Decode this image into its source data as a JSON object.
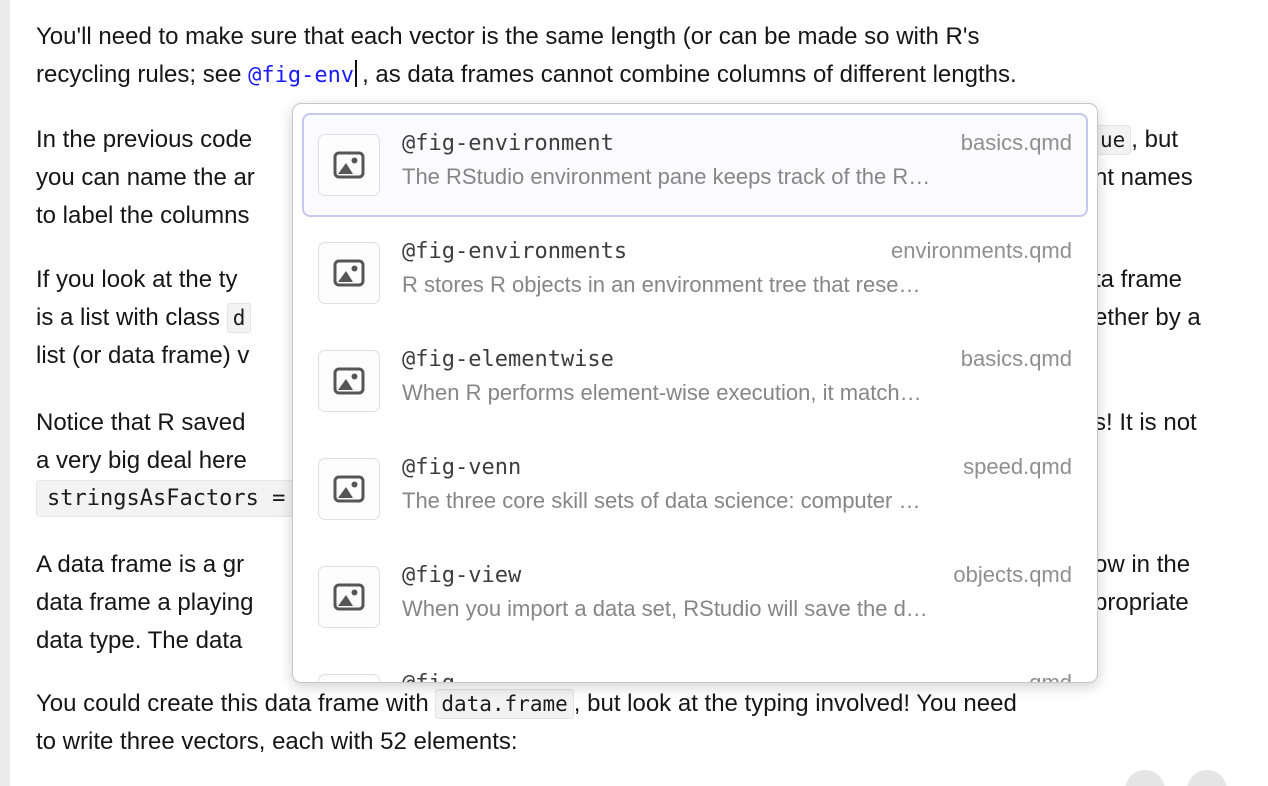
{
  "editor": {
    "p1": {
      "line1": "You'll need to make sure that each vector is the same length (or can be made so with R's",
      "line2_pre": "recycling rules; see ",
      "ref": "@fig-env",
      "line2_post": ", as data frames cannot combine columns of different lengths."
    },
    "rows": {
      "r1l": "In the previous code",
      "r1rcode": "ue",
      "r1r": ", but",
      "r2l": "you can name the ar",
      "r2r": "nt names",
      "r3l": "to label the columns",
      "r4l": "If you look at the ty",
      "r4r": "ta frame",
      "r5la": "is a list with class ",
      "r5lcode": "d",
      "r5r": "ether by a",
      "r6l": "list (or data frame) v",
      "r7l": "Notice that R saved",
      "r7r": "s! It is not",
      "r8l": "a very big deal here",
      "r9code": "stringsAsFactors =",
      "r10l": "A data frame is a gr",
      "r10r": "ow in the",
      "r11l": "data frame a playing",
      "r11r": "propriate",
      "r12l": "data type. The data"
    },
    "p6": {
      "line1_pre": "You could create this data frame with ",
      "code": "data.frame",
      "line1_post": ", but look at the typing involved! You need",
      "line2": "to write three vectors, each with 52 elements:"
    }
  },
  "popup": {
    "items": [
      {
        "label": "@fig-environment",
        "file": "basics.qmd",
        "desc": "The RStudio environment pane keeps track of the R…",
        "selected": true
      },
      {
        "label": "@fig-environments",
        "file": "environments.qmd",
        "desc": "R stores R objects in an environment tree that rese…",
        "selected": false
      },
      {
        "label": "@fig-elementwise",
        "file": "basics.qmd",
        "desc": "When R performs element-wise execution, it match…",
        "selected": false
      },
      {
        "label": "@fig-venn",
        "file": "speed.qmd",
        "desc": "The three core skill sets of data science: computer …",
        "selected": false
      },
      {
        "label": "@fig-view",
        "file": "objects.qmd",
        "desc": "When you import a data set, RStudio will save the d…",
        "selected": false
      },
      {
        "label": "@fig-…",
        "file": "…qmd",
        "desc": "",
        "selected": false
      }
    ],
    "icon_color": "#565656",
    "selected_border": "#c6c8ef"
  },
  "colors": {
    "reference_blue": "#1b1bff",
    "code_background": "#f3f3f3",
    "popup_border": "#c7c7c7"
  }
}
